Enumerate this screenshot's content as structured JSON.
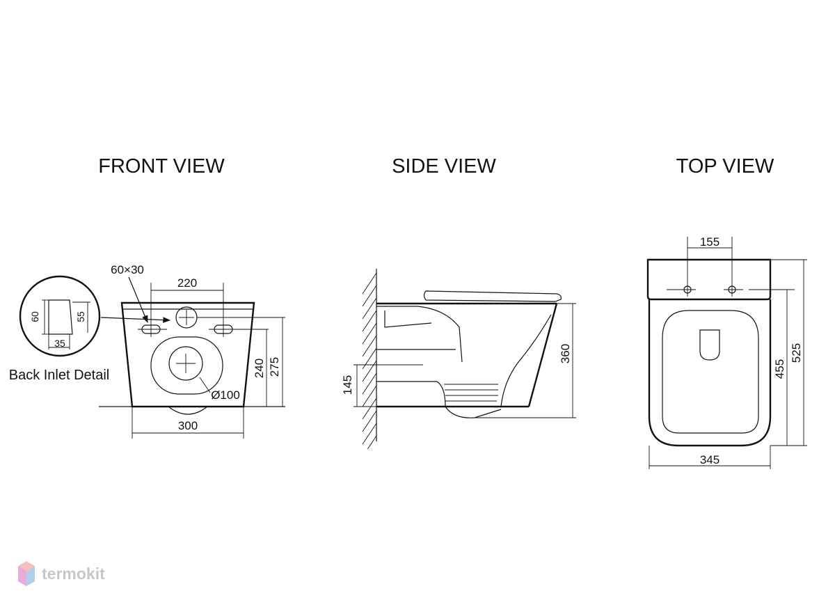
{
  "views": {
    "front": {
      "title": "FRONT VIEW",
      "dims": {
        "inlet_size": "60×30",
        "bolt_spacing": "220",
        "height_240": "240",
        "height_275": "275",
        "outlet_diameter": "Ø100",
        "width": "300"
      },
      "detail": {
        "caption": "Back Inlet Detail",
        "height_left": "60",
        "height_right": "55",
        "depth": "35"
      }
    },
    "side": {
      "title": "SIDE VIEW",
      "dims": {
        "height_145": "145",
        "depth_360": "360"
      }
    },
    "top": {
      "title": "TOP VIEW",
      "dims": {
        "bolt_spacing": "155",
        "length_525": "525",
        "length_455": "455",
        "width": "345"
      }
    }
  },
  "watermark": {
    "text": "termokit",
    "colors": {
      "top": "#f28b82",
      "left": "#d06bb8",
      "right": "#6fa8dc"
    }
  }
}
